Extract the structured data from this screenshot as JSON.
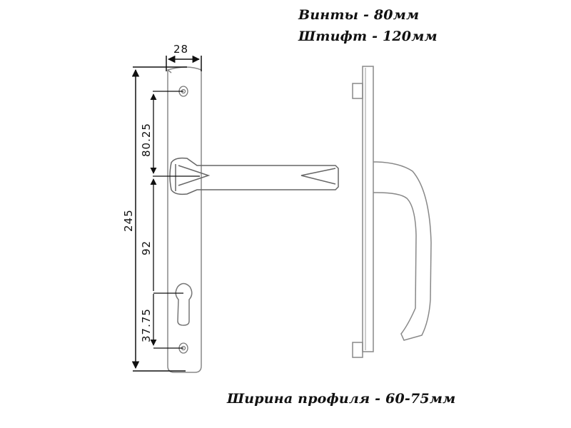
{
  "specs": {
    "screws": "Винты - 80мм",
    "pin": "Штифт - 120мм",
    "profile_width": "Ширина профиля - 60-75мм"
  },
  "dimensions": {
    "plate_width": "28",
    "total_height": "245",
    "top_screw_to_handle": "80.25",
    "handle_to_cylinder": "92",
    "cylinder_to_bottom_screw": "37.75"
  },
  "colors": {
    "line": "#222222",
    "outline": "#777777",
    "background": "#ffffff"
  }
}
